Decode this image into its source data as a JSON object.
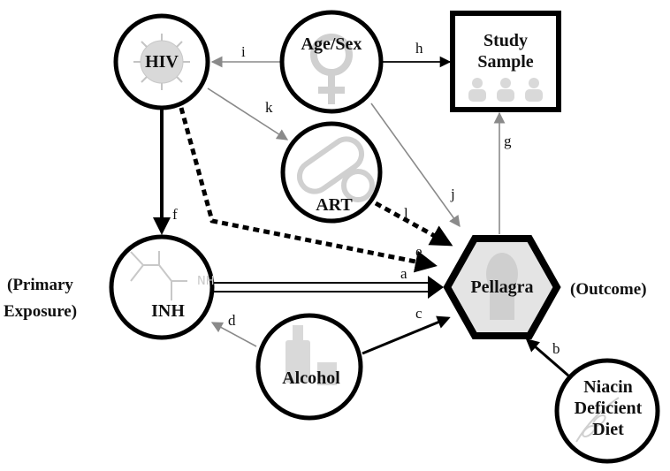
{
  "nodes": {
    "hiv": {
      "label": "HIV"
    },
    "age_sex": {
      "label": "Age/Sex"
    },
    "study_sample": {
      "label_line1": "Study",
      "label_line2": "Sample"
    },
    "art": {
      "label": "ART"
    },
    "inh": {
      "label": "INH"
    },
    "pellagra": {
      "label": "Pellagra"
    },
    "alcohol": {
      "label": "Alcohol"
    },
    "niacin": {
      "label_line1": "Niacin",
      "label_line2": "Deficient",
      "label_line3": "Diet"
    }
  },
  "side_labels": {
    "primary_line1": "(Primary",
    "primary_line2": "Exposure)",
    "outcome": "(Outcome)"
  },
  "edges": {
    "a": "a",
    "b": "b",
    "c": "c",
    "d": "d",
    "e": "e",
    "f": "f",
    "g": "g",
    "h": "h",
    "i": "i",
    "j": "j",
    "k": "k",
    "l": "l"
  },
  "colors": {
    "stroke": "#000000",
    "grey_arrow": "#8a8a8a",
    "icon_fill": "#d9d9d9",
    "pellagra_fill": "#e4e4e4"
  },
  "icons": [
    "virus-icon",
    "female-symbol-icon",
    "people-icon",
    "pill-icon",
    "molecule-icon",
    "bottle-icon",
    "face-icon",
    "wheat-icon"
  ]
}
